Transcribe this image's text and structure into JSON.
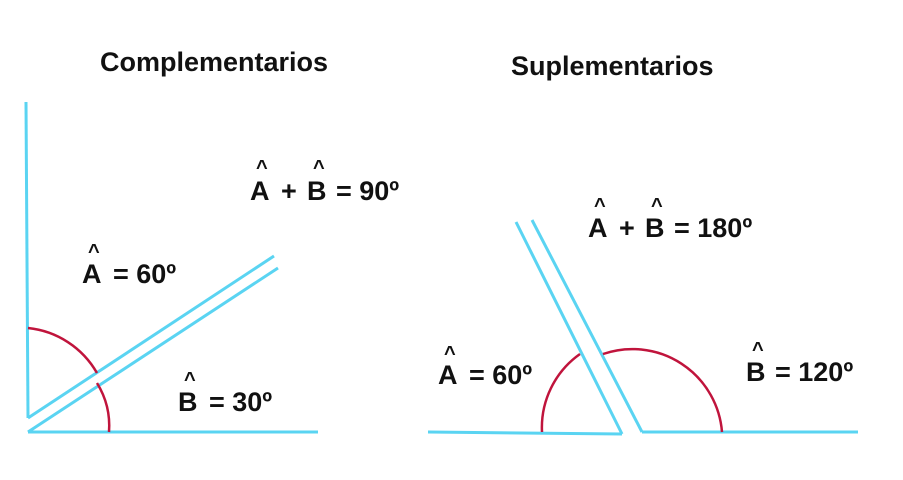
{
  "colors": {
    "ray": "#5ad4f2",
    "arc": "#c0143c",
    "text": "#111111",
    "background": "#ffffff"
  },
  "complementarios": {
    "title": "Complementarios",
    "sum_formula": {
      "a": "A",
      "plus": "+",
      "b": "B",
      "rest": "= 90º"
    },
    "angle_a": {
      "letter": "A",
      "value": "= 60º"
    },
    "angle_b": {
      "letter": "B",
      "value": "= 30º"
    }
  },
  "suplementarios": {
    "title": "Suplementarios",
    "sum_formula": {
      "a": "A",
      "plus": "+",
      "b": "B",
      "rest": "= 180º"
    },
    "angle_a": {
      "letter": "A",
      "value": "= 60º"
    },
    "angle_b": {
      "letter": "B",
      "value": "= 120º"
    }
  },
  "hat_symbol": "^"
}
